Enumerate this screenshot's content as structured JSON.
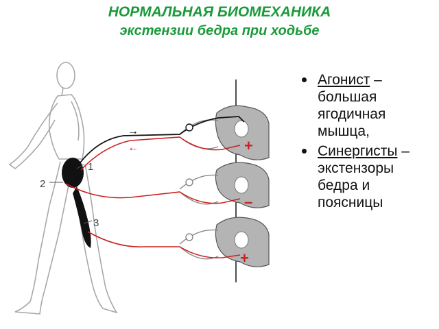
{
  "title": {
    "line1": "НОРМАЛЬНАЯ БИОМЕХАНИКА",
    "line2": "экстензии бедра при ходьбе"
  },
  "bullets": [
    {
      "term": "Агонист",
      "text": " – большая ягодичная мышца,"
    },
    {
      "term": "Синергисты",
      "text": " – экстензоры бедра и поясницы"
    }
  ],
  "figure": {
    "muscle_labels": [
      "1",
      "2",
      "3"
    ],
    "signs": [
      "+",
      "–",
      "+"
    ],
    "arrows": [
      "→",
      "←"
    ]
  },
  "colors": {
    "title": "#1a9a3a",
    "nerve_red": "#cc1f1f",
    "muscle": "#111111",
    "cord_gray": "#b4b4b4"
  }
}
